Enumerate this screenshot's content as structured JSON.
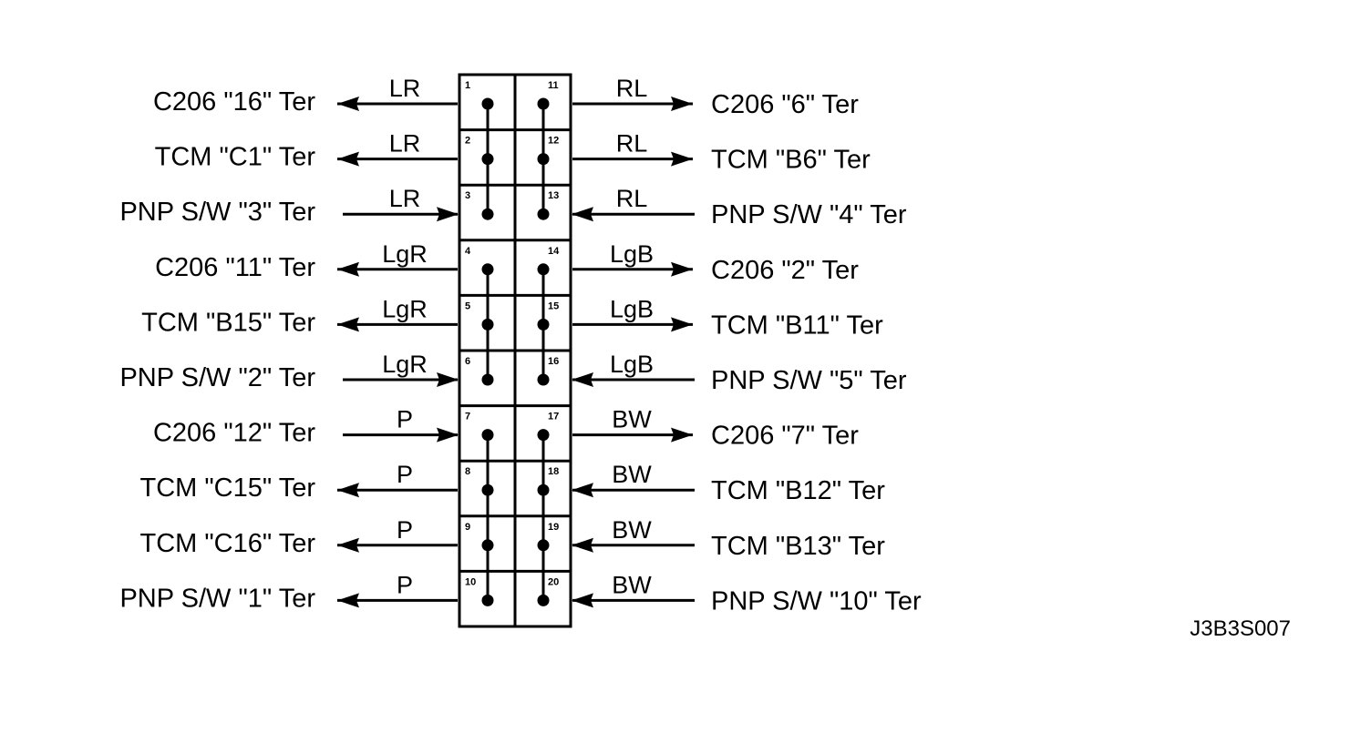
{
  "figure_code": "J3B3S007",
  "left_connections": [
    {
      "pin": "1",
      "wire": "LR",
      "label": "C206  \"16\" Ter",
      "direction": "out"
    },
    {
      "pin": "2",
      "wire": "LR",
      "label": "TCM  \"C1\" Ter",
      "direction": "out"
    },
    {
      "pin": "3",
      "wire": "LR",
      "label": "PNP S/W  \"3\" Ter",
      "direction": "in"
    },
    {
      "pin": "4",
      "wire": "LgR",
      "label": "C206  \"11\" Ter",
      "direction": "out"
    },
    {
      "pin": "5",
      "wire": "LgR",
      "label": "TCM  \"B15\" Ter",
      "direction": "out"
    },
    {
      "pin": "6",
      "wire": "LgR",
      "label": "PNP S/W  \"2\" Ter",
      "direction": "in"
    },
    {
      "pin": "7",
      "wire": "P",
      "label": "C206  \"12\" Ter",
      "direction": "in"
    },
    {
      "pin": "8",
      "wire": "P",
      "label": "TCM  \"C15\" Ter",
      "direction": "out"
    },
    {
      "pin": "9",
      "wire": "P",
      "label": "TCM  \"C16\" Ter",
      "direction": "out"
    },
    {
      "pin": "10",
      "wire": "P",
      "label": "PNP S/W  \"1\" Ter",
      "direction": "out"
    }
  ],
  "right_connections": [
    {
      "pin": "11",
      "wire": "RL",
      "label": "C206  \"6\" Ter",
      "direction": "out"
    },
    {
      "pin": "12",
      "wire": "RL",
      "label": "TCM  \"B6\" Ter",
      "direction": "out"
    },
    {
      "pin": "13",
      "wire": "RL",
      "label": "PNP S/W  \"4\" Ter",
      "direction": "in"
    },
    {
      "pin": "14",
      "wire": "LgB",
      "label": "C206  \"2\" Ter",
      "direction": "out"
    },
    {
      "pin": "15",
      "wire": "LgB",
      "label": "TCM  \"B11\" Ter",
      "direction": "out"
    },
    {
      "pin": "16",
      "wire": "LgB",
      "label": "PNP S/W  \"5\" Ter",
      "direction": "in"
    },
    {
      "pin": "17",
      "wire": "BW",
      "label": "C206  \"7\" Ter",
      "direction": "out"
    },
    {
      "pin": "18",
      "wire": "BW",
      "label": "TCM  \"B12\" Ter",
      "direction": "in"
    },
    {
      "pin": "19",
      "wire": "BW",
      "label": "TCM  \"B13\" Ter",
      "direction": "in"
    },
    {
      "pin": "20",
      "wire": "BW",
      "label": "PNP S/W  \"10\" Ter",
      "direction": "in"
    }
  ],
  "groups": [
    {
      "side": "left",
      "pins": [
        "1",
        "2",
        "3"
      ]
    },
    {
      "side": "left",
      "pins": [
        "4",
        "5",
        "6"
      ]
    },
    {
      "side": "left",
      "pins": [
        "7",
        "8",
        "9",
        "10"
      ]
    },
    {
      "side": "right",
      "pins": [
        "11",
        "12",
        "13"
      ]
    },
    {
      "side": "right",
      "pins": [
        "14",
        "15",
        "16"
      ]
    },
    {
      "side": "right",
      "pins": [
        "17",
        "18",
        "19",
        "20"
      ]
    }
  ]
}
